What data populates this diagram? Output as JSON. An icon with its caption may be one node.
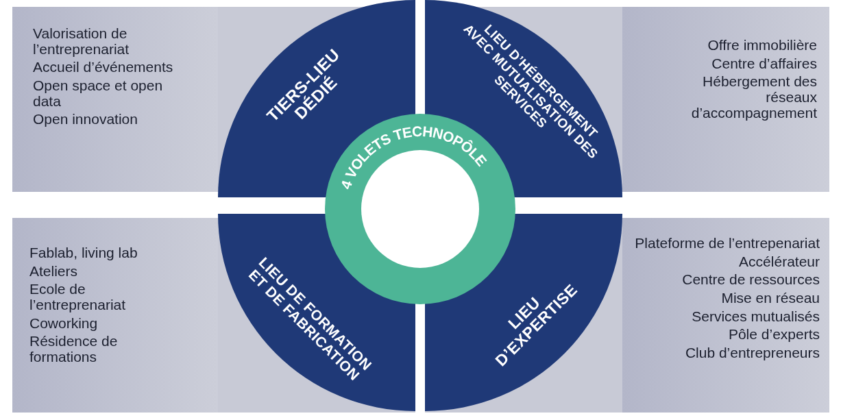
{
  "diagram": {
    "nodes": [
      {
        "text": [
          "Valorisation de l’entreprenariat",
          "Accueil d’événements",
          "Open space et open data",
          "Open innovation"
        ]
      },
      {
        "text": [
          "TIERS-LIEU DÉDIÉ"
        ]
      },
      {
        "text": [
          "LIEU D’HÉBERGEMENT AVEC MUTUALISATION DES SERVICES"
        ]
      },
      {
        "text": [
          "Offre immobilière",
          "Centre d’affaires",
          "Hébergement des réseaux d’accompagnement"
        ]
      },
      {
        "text": [
          "Fablab, living lab",
          "Ateliers",
          "Ecole de l’entreprenariat",
          "Coworking",
          "Résidence de formations"
        ]
      },
      {
        "text": [
          "LIEU DE FORMATION ET DE FABRICATION"
        ]
      },
      {
        "text": [
          "LIEU D’EXPERTISE"
        ]
      },
      {
        "text": [
          "Plateforme de l’entrepenariat",
          "Accélérateur",
          "Centre de ressources",
          "Mise en réseau",
          "Services mutualisés",
          "Pôle d’experts",
          "Club d’entrepreneurs"
        ]
      },
      {
        "text": [
          "4 VOLETS TECHNOPÔLE"
        ]
      }
    ]
  }
}
